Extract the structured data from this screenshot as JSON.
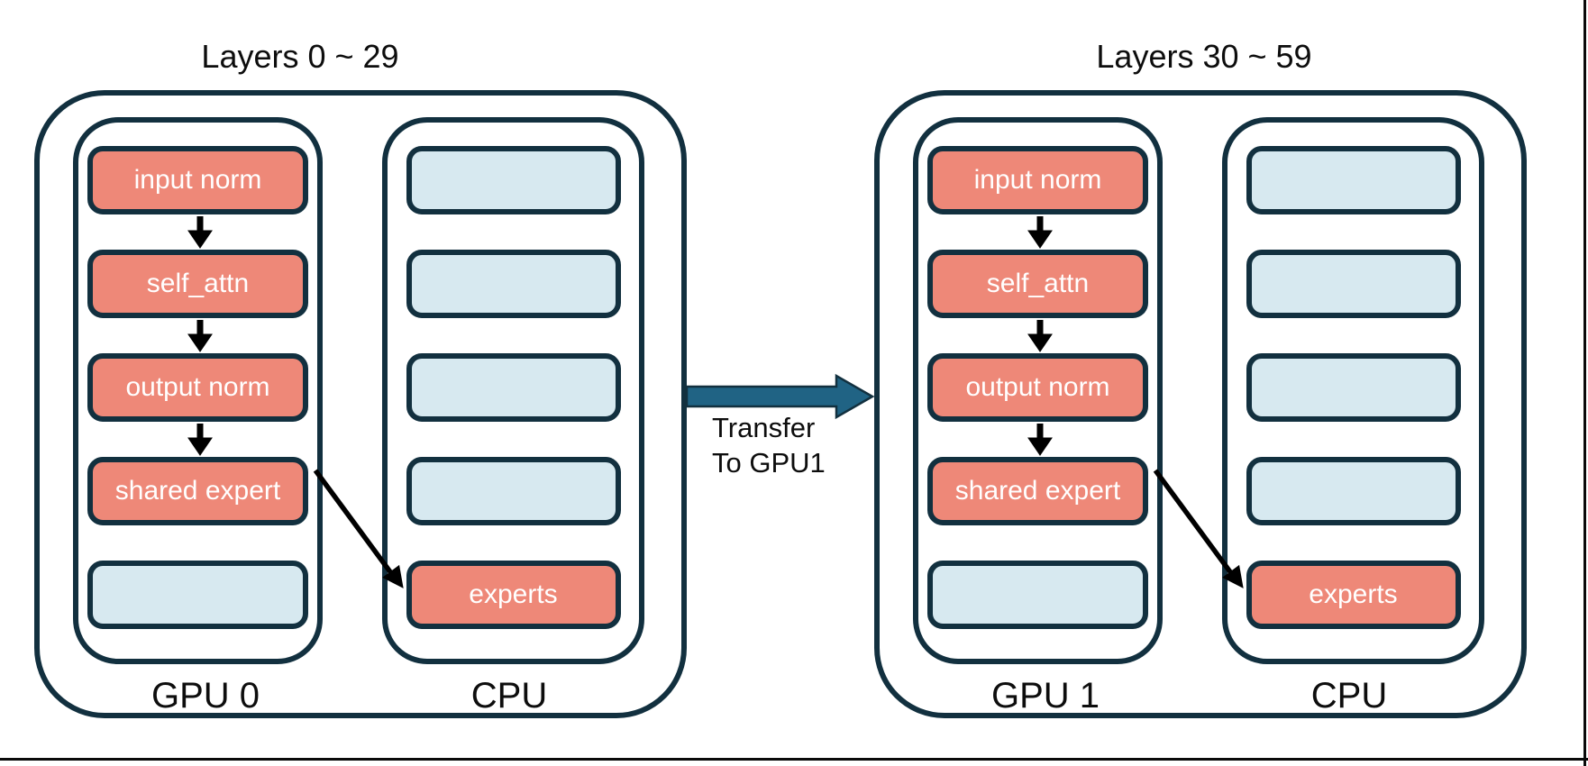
{
  "diagram": {
    "blocks": [
      {
        "title": "Layers 0 ~ 29",
        "gpu_label": "GPU 0",
        "cpu_label": "CPU",
        "gpu_boxes": [
          {
            "label": "input norm",
            "style": "highlighted"
          },
          {
            "label": "self_attn",
            "style": "highlighted"
          },
          {
            "label": "output norm",
            "style": "highlighted"
          },
          {
            "label": "shared expert",
            "style": "highlighted"
          },
          {
            "label": "",
            "style": "plain"
          }
        ],
        "cpu_boxes": [
          {
            "label": "",
            "style": "plain"
          },
          {
            "label": "",
            "style": "plain"
          },
          {
            "label": "",
            "style": "plain"
          },
          {
            "label": "",
            "style": "plain"
          },
          {
            "label": "experts",
            "style": "highlighted"
          }
        ]
      },
      {
        "title": "Layers 30 ~ 59",
        "gpu_label": "GPU 1",
        "cpu_label": "CPU",
        "gpu_boxes": [
          {
            "label": "input norm",
            "style": "highlighted"
          },
          {
            "label": "self_attn",
            "style": "highlighted"
          },
          {
            "label": "output norm",
            "style": "highlighted"
          },
          {
            "label": "shared expert",
            "style": "highlighted"
          },
          {
            "label": "",
            "style": "plain"
          }
        ],
        "cpu_boxes": [
          {
            "label": "",
            "style": "plain"
          },
          {
            "label": "",
            "style": "plain"
          },
          {
            "label": "",
            "style": "plain"
          },
          {
            "label": "",
            "style": "plain"
          },
          {
            "label": "experts",
            "style": "highlighted"
          }
        ]
      }
    ],
    "transfer": {
      "line1": "Transfer",
      "line2": "To GPU1"
    },
    "colors": {
      "container_border": "#12303F",
      "highlight_box_fill": "#EE8878",
      "plain_box_fill": "#D7E9F0",
      "transfer_arrow_fill": "#206384",
      "flow_arrow_color": "#000000",
      "text_color": "#0d0d0d",
      "box_text_color": "#ffffff"
    }
  }
}
